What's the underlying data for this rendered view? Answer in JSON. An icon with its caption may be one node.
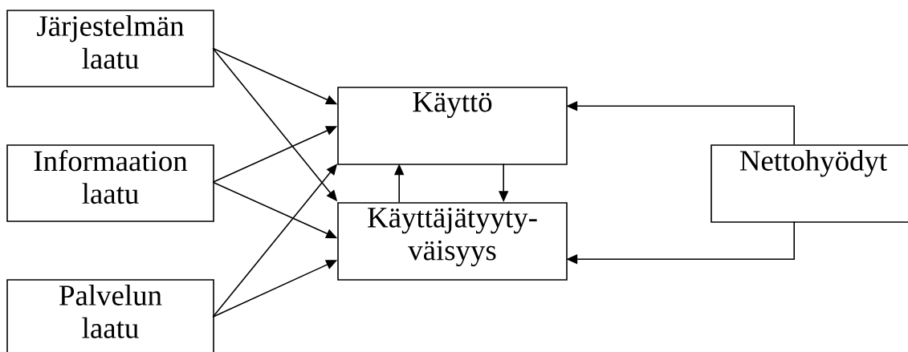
{
  "diagram": {
    "nodes": [
      {
        "text": [
          "Järjestelmän laatu"
        ]
      },
      {
        "text": [
          "Informaation laatu"
        ]
      },
      {
        "text": [
          "Palvelun laatu"
        ]
      },
      {
        "text": [
          "Käyttö"
        ]
      },
      {
        "text": [
          "Käyttäjätyyty- väisyys"
        ]
      },
      {
        "text": [
          "Nettohyödyt"
        ]
      }
    ],
    "edges": [
      {
        "from": 0,
        "to": 3,
        "arrow": "to"
      },
      {
        "from": 0,
        "to": 4,
        "arrow": "to"
      },
      {
        "from": 1,
        "to": 3,
        "arrow": "to"
      },
      {
        "from": 1,
        "to": 4,
        "arrow": "to"
      },
      {
        "from": 2,
        "to": 3,
        "arrow": "to"
      },
      {
        "from": 2,
        "to": 4,
        "arrow": "to"
      },
      {
        "from": 4,
        "to": 3,
        "arrow": "to"
      },
      {
        "from": 3,
        "to": 4,
        "arrow": "to"
      },
      {
        "from": 5,
        "to": 3,
        "arrow": "to"
      },
      {
        "from": 5,
        "to": 4,
        "arrow": "to"
      }
    ]
  }
}
